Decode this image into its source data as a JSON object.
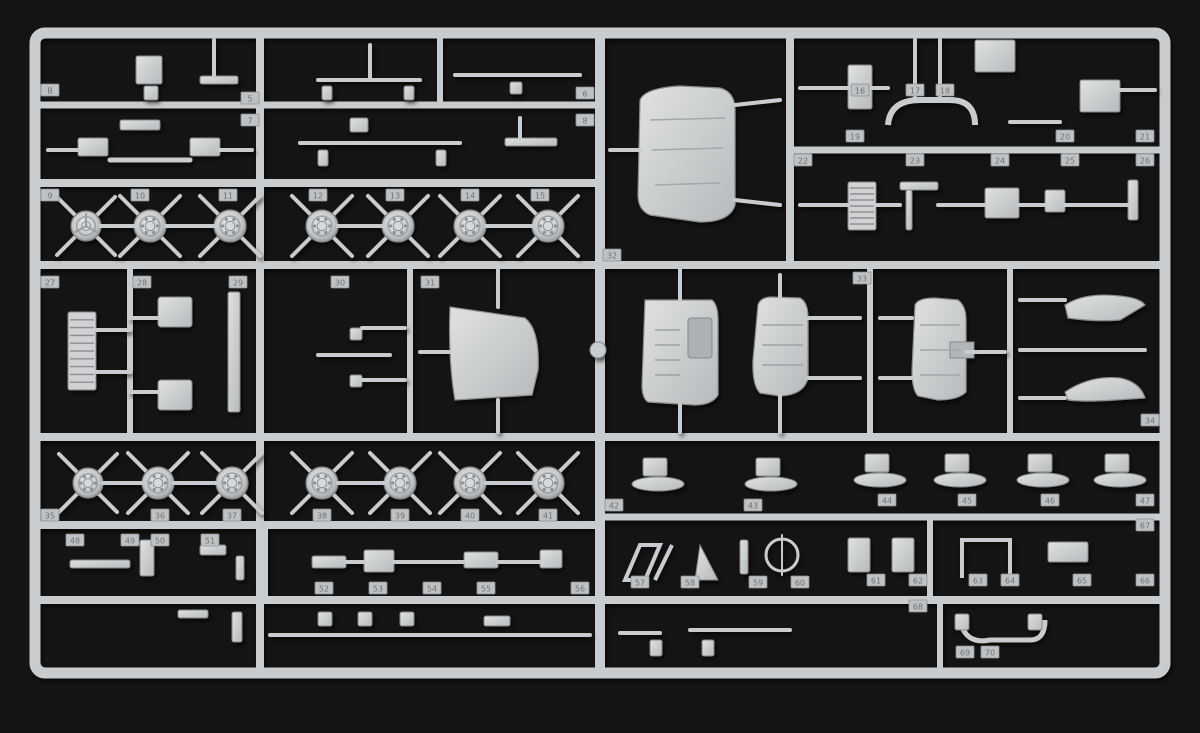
{
  "scene": {
    "subject": "plastic-model-kit-sprue",
    "background_color": "#141414",
    "plastic_color": "#c9ccce",
    "plastic_shadow": "#8e9194",
    "plastic_highlight": "#e2e4e5"
  },
  "labels": [
    "B",
    "5",
    "6",
    "7",
    "8",
    "9",
    "10",
    "11",
    "12",
    "13",
    "14",
    "15",
    "16",
    "17",
    "18",
    "19",
    "20",
    "21",
    "22",
    "23",
    "24",
    "25",
    "26",
    "27",
    "28",
    "29",
    "30",
    "31",
    "32",
    "33",
    "34",
    "35",
    "36",
    "37",
    "38",
    "39",
    "40",
    "41",
    "42",
    "43",
    "44",
    "45",
    "46",
    "47",
    "48",
    "49",
    "50",
    "51",
    "52",
    "53",
    "54",
    "55",
    "56",
    "57",
    "58",
    "59",
    "60",
    "61",
    "62",
    "63",
    "64",
    "65",
    "66",
    "67",
    "68",
    "69",
    "70"
  ],
  "part_groups": [
    "wheel-hub",
    "cab-panel",
    "grille",
    "steering-wheel",
    "bracket",
    "axle-bar",
    "small-part"
  ]
}
